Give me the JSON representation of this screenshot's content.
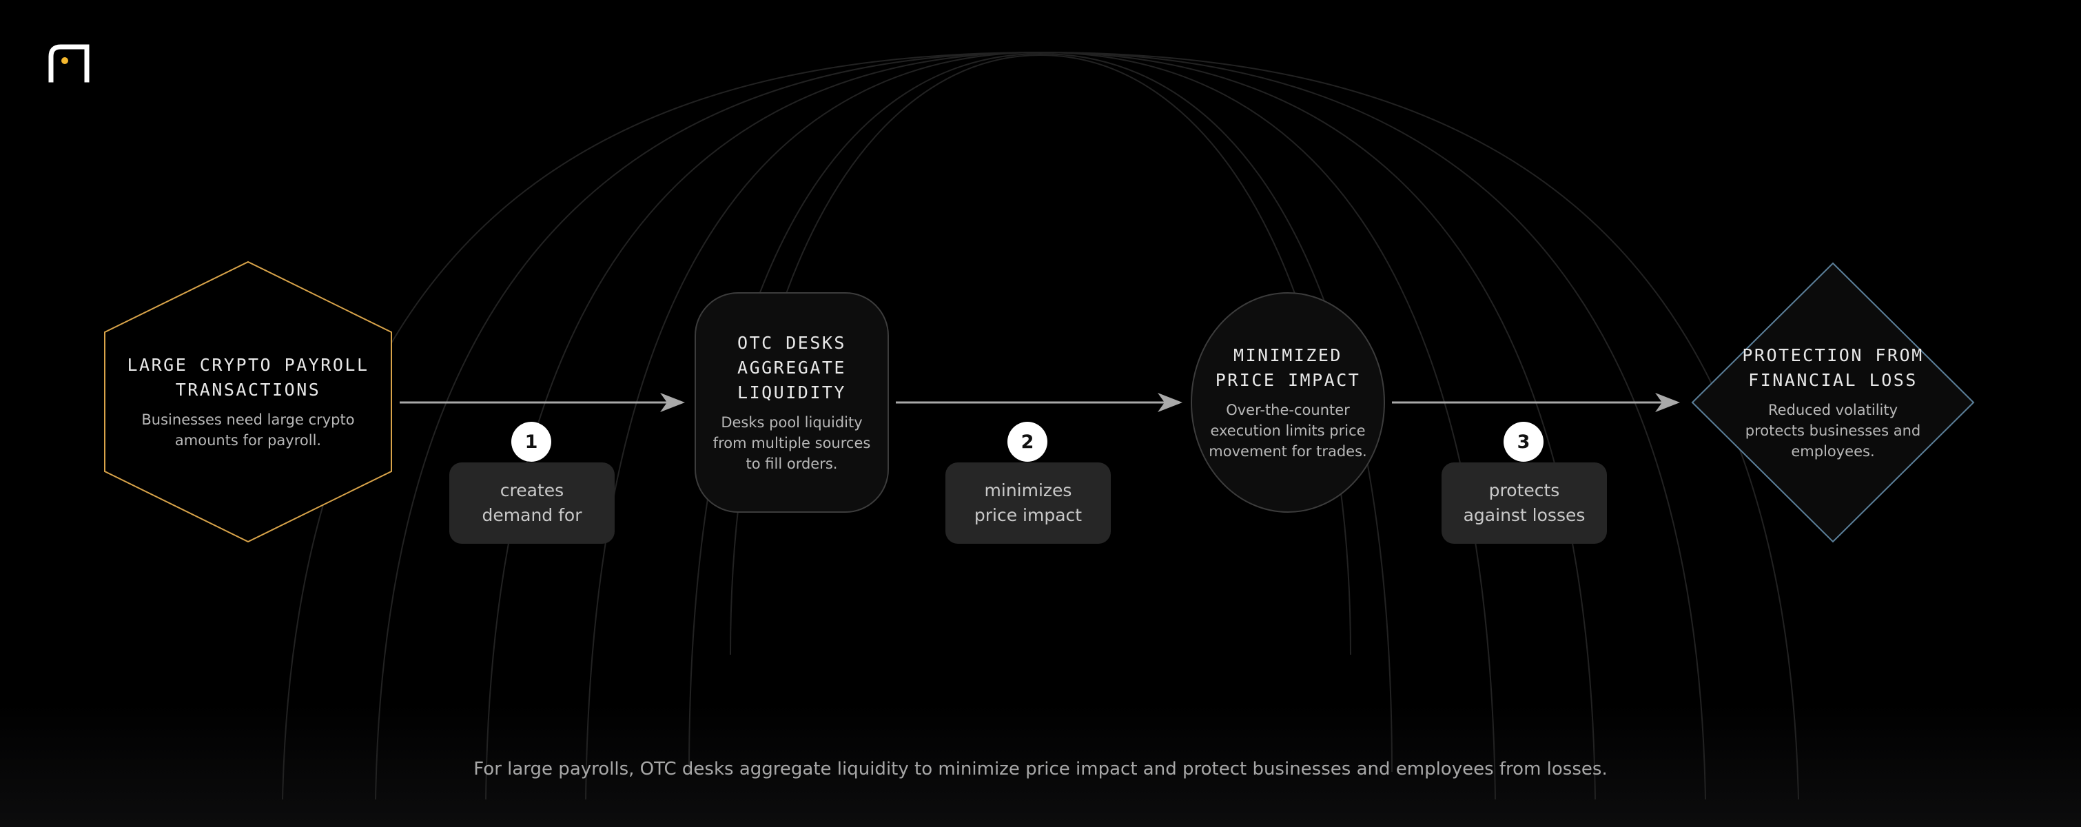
{
  "colors": {
    "background": "#000000",
    "hexagon_border": "#d9a44a",
    "diamond_border": "#5b7f99",
    "node_border": "#3c3c3c",
    "node_fill": "#0d0d0d",
    "pill_fill": "#262626",
    "logo_accent": "#f5b82e"
  },
  "logo": {
    "icon": "brand-logo-icon"
  },
  "nodes": [
    {
      "shape": "hexagon",
      "title": "LARGE CRYPTO PAYROLL TRANSACTIONS",
      "description": "Businesses need large crypto amounts for payroll."
    },
    {
      "shape": "rounded-rectangle",
      "title": "OTC DESKS AGGREGATE LIQUIDITY",
      "description": "Desks pool liquidity from multiple sources to fill orders."
    },
    {
      "shape": "ellipse",
      "title": "MINIMIZED PRICE IMPACT",
      "description": "Over-the-counter execution limits price movement for trades."
    },
    {
      "shape": "diamond",
      "title": "PROTECTION FROM FINANCIAL LOSS",
      "description": "Reduced volatility protects businesses and employees."
    }
  ],
  "edges": [
    {
      "from": 0,
      "to": 1,
      "step": "1",
      "label": "creates demand for"
    },
    {
      "from": 1,
      "to": 2,
      "step": "2",
      "label": "minimizes price impact"
    },
    {
      "from": 2,
      "to": 3,
      "step": "3",
      "label": "protects against losses"
    }
  ],
  "caption": "For large payrolls, OTC desks aggregate liquidity to minimize price impact and protect businesses and employees from losses."
}
